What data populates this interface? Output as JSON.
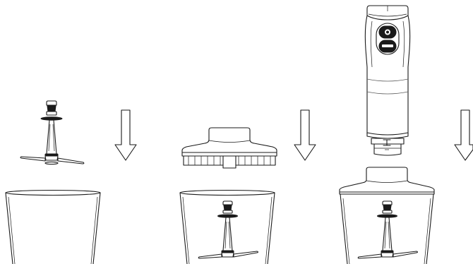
{
  "diagram": {
    "description_visible_text": [],
    "steps": [
      {
        "id": 1,
        "parts": [
          "blade-assembly",
          "chopper-bowl"
        ],
        "arrow": "down"
      },
      {
        "id": 2,
        "parts": [
          "bowl-lid",
          "chopper-bowl-with-blade"
        ],
        "arrow": "down"
      },
      {
        "id": 3,
        "parts": [
          "motor-handle",
          "assembled-chopper"
        ],
        "arrow": "down"
      }
    ],
    "colors": {
      "line": "#1a1a1a",
      "background": "#ffffff"
    }
  }
}
